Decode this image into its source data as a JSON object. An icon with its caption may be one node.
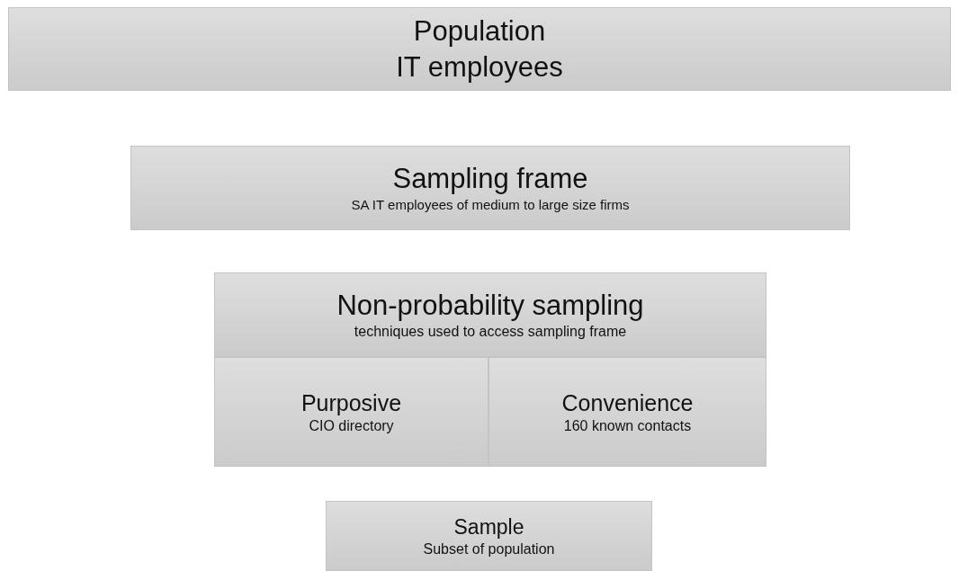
{
  "diagram": {
    "nodes": [
      {
        "text": [
          "Population",
          "IT employees"
        ]
      },
      {
        "text": [
          "Sampling frame",
          "SA IT employees of medium to large size firms"
        ]
      },
      {
        "text": [
          "Non-probability sampling",
          "techniques used to access sampling frame"
        ]
      },
      {
        "text": [
          "Purposive",
          "CIO directory"
        ]
      },
      {
        "text": [
          "Convenience",
          "160 known contacts"
        ]
      },
      {
        "text": [
          "Sample",
          "Subset of population"
        ]
      }
    ],
    "edges": []
  }
}
